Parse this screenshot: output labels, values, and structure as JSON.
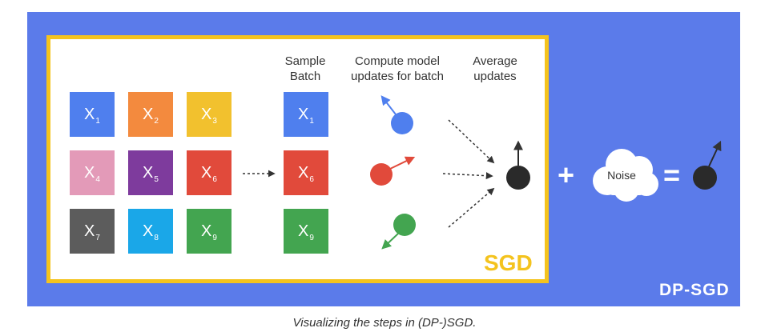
{
  "tiles": [
    {
      "id": "x1",
      "letter": "X",
      "sub": "1",
      "color": "#4F7FEE"
    },
    {
      "id": "x2",
      "letter": "X",
      "sub": "2",
      "color": "#F38A3E"
    },
    {
      "id": "x3",
      "letter": "X",
      "sub": "3",
      "color": "#F2C12E"
    },
    {
      "id": "x4",
      "letter": "X",
      "sub": "4",
      "color": "#E39AB8"
    },
    {
      "id": "x5",
      "letter": "X",
      "sub": "5",
      "color": "#7E3B9D"
    },
    {
      "id": "x6",
      "letter": "X",
      "sub": "6",
      "color": "#E14A3B"
    },
    {
      "id": "x7",
      "letter": "X",
      "sub": "7",
      "color": "#5C5C5C"
    },
    {
      "id": "x8",
      "letter": "X",
      "sub": "8",
      "color": "#1AA7E8"
    },
    {
      "id": "x9",
      "letter": "X",
      "sub": "9",
      "color": "#43A550"
    }
  ],
  "batch": [
    {
      "letter": "X",
      "sub": "1",
      "color": "#4F7FEE"
    },
    {
      "letter": "X",
      "sub": "6",
      "color": "#E14A3B"
    },
    {
      "letter": "X",
      "sub": "9",
      "color": "#43A550"
    }
  ],
  "headers": {
    "sample_batch": "Sample\nBatch",
    "compute_updates": "Compute model\nupdates for batch",
    "average_updates": "Average\nupdates"
  },
  "updates_colors": [
    "#4F7FEE",
    "#E14A3B",
    "#43A550"
  ],
  "labels": {
    "sgd": "SGD",
    "dp_sgd": "DP-SGD",
    "noise": "Noise",
    "plus": "+",
    "equals": "="
  },
  "caption": "Visualizing the steps in (DP-)SGD.",
  "colors": {
    "outer_bg": "#5B7BEA",
    "sgd_border": "#F4C31E",
    "result_dot": "#2A2A2A"
  }
}
